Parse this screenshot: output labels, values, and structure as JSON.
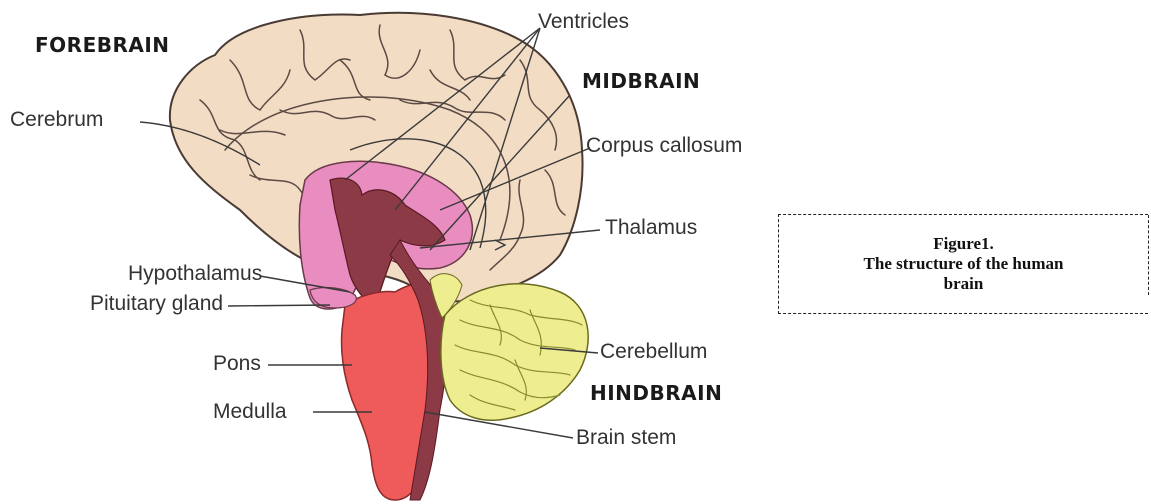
{
  "diagram": {
    "regions": {
      "forebrain": "FOREBRAIN",
      "midbrain": "MIDBRAIN",
      "hindbrain": "HINDBRAIN"
    },
    "labels": {
      "cerebrum": "Cerebrum",
      "ventricles": "Ventricles",
      "corpus_callosum": "Corpus callosum",
      "thalamus": "Thalamus",
      "hypothalamus": "Hypothalamus",
      "pituitary_gland": "Pituitary gland",
      "pons": "Pons",
      "medulla": "Medulla",
      "cerebellum": "Cerebellum",
      "brain_stem": "Brain stem"
    },
    "colors": {
      "cerebrum": "#f3dcc4",
      "corpus_callosum": "#e98cbf",
      "ventricles": "#8b3a46",
      "brainstem": "#ef5a5a",
      "cerebellum": "#eeee90"
    }
  },
  "caption": {
    "line1": "Figure1.",
    "line2": "The structure of the human",
    "line3": "brain"
  }
}
